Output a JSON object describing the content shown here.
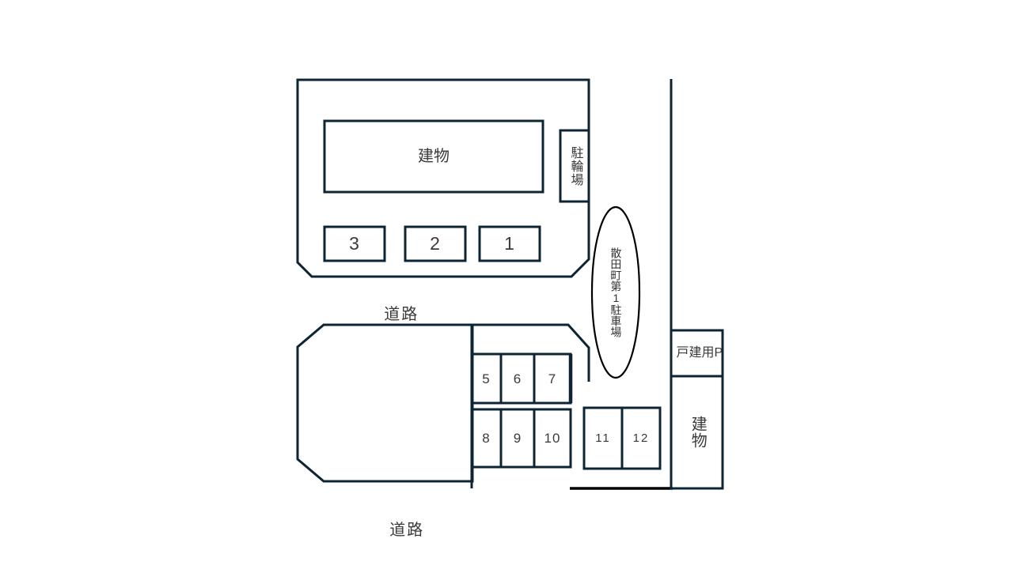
{
  "diagram": {
    "title": "散田町第1駐車場",
    "colors": {
      "line": "#0d2434",
      "road_line": "#000000",
      "text": "#3a3a3a",
      "background": "#ffffff"
    },
    "upper_lot": {
      "building_label": "建物",
      "bicycle_parking_label": "駐輪場",
      "stalls": [
        {
          "number": "3"
        },
        {
          "number": "2"
        },
        {
          "number": "1"
        }
      ]
    },
    "callout": {
      "label": "散田町第1駐車場"
    },
    "lower_lot": {
      "row_top": [
        {
          "number": "5"
        },
        {
          "number": "6"
        },
        {
          "number": "7"
        }
      ],
      "row_bottom": [
        {
          "number": "8"
        },
        {
          "number": "9"
        },
        {
          "number": "10"
        }
      ],
      "detached_block": [
        {
          "number": "11"
        },
        {
          "number": "12"
        }
      ]
    },
    "right_column": {
      "house_parking_label": "戸建用P",
      "building_label": "建物"
    },
    "roads": [
      {
        "label": "道路"
      },
      {
        "label": "道路"
      }
    ]
  }
}
